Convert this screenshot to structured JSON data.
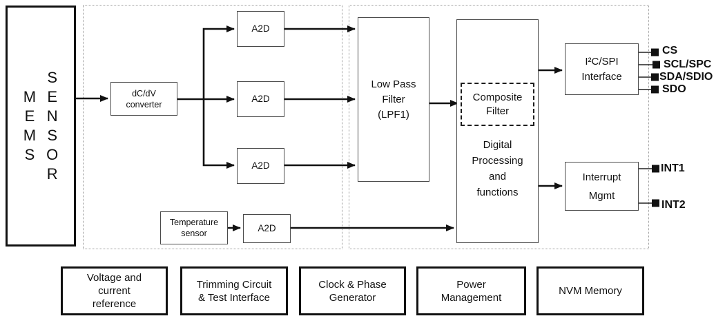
{
  "colors": {
    "ink": "#111111",
    "thin_block_border": "#4a4a4a",
    "thick_block_border": "#111111",
    "dotted_container_border": "#9b9b9b"
  },
  "mems": {
    "col1": "M\nE\nM\nS",
    "col2": "S\nE\nN\nS\nO\nR"
  },
  "blocks": {
    "dcdv": "dC/dV\nconverter",
    "a2d1": "A2D",
    "a2d2": "A2D",
    "a2d3": "A2D",
    "a2d_temp": "A2D",
    "temp_sensor": "Temperature\nsensor",
    "lpf": "Low Pass\nFilter\n(LPF1)",
    "composite": "Composite\nFilter",
    "digital": "Digital\nProcessing\nand\nfunctions",
    "i2c": "I²C/SPI\nInterface",
    "interrupt": "Interrupt\nMgmt"
  },
  "pins": {
    "spi": [
      "CS",
      "SCL/SPC",
      "SDA/SDIO",
      "SDO"
    ],
    "int": [
      "INT1",
      "INT2"
    ]
  },
  "bottom_blocks": [
    "Voltage and\ncurrent\nreference",
    "Trimming Circuit\n& Test Interface",
    "Clock & Phase\nGenerator",
    "Power\nManagement",
    "NVM Memory"
  ]
}
